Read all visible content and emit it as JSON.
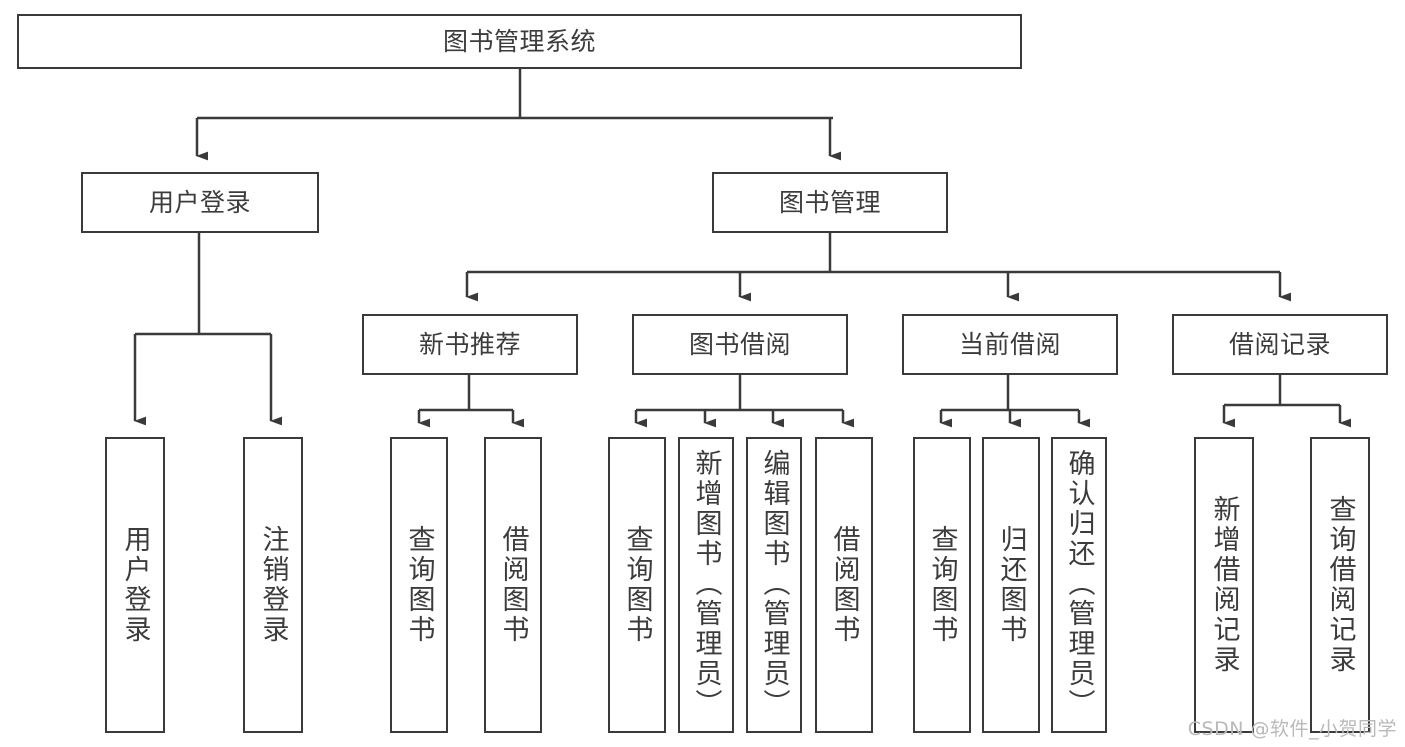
{
  "diagram": {
    "title": "图书管理系统",
    "type": "tree",
    "watermark": "CSDN @软件_小贺同学",
    "stroke_color": "#3a3a3a",
    "text_color": "#3c3c3c",
    "background_color": "#ffffff",
    "root": {
      "label": "图书管理系统"
    },
    "level2": [
      {
        "label": "用户登录"
      },
      {
        "label": "图书管理"
      }
    ],
    "level3": [
      {
        "label": "新书推荐"
      },
      {
        "label": "图书借阅"
      },
      {
        "label": "当前借阅"
      },
      {
        "label": "借阅记录"
      }
    ],
    "leaves": {
      "user_login": [
        {
          "label": "用户登录"
        },
        {
          "label": "注销登录"
        }
      ],
      "new_book": [
        {
          "label": "查询图书"
        },
        {
          "label": "借阅图书"
        }
      ],
      "book_borrow": [
        {
          "label": "查询图书"
        },
        {
          "label": "新增图书（管理员）"
        },
        {
          "label": "编辑图书（管理员）"
        },
        {
          "label": "借阅图书"
        }
      ],
      "current_borrow": [
        {
          "label": "查询图书"
        },
        {
          "label": "归还图书"
        },
        {
          "label": "确认归还（管理员）"
        }
      ],
      "borrow_record": [
        {
          "label": "新增借阅记录"
        },
        {
          "label": "查询借阅记录"
        }
      ]
    }
  }
}
